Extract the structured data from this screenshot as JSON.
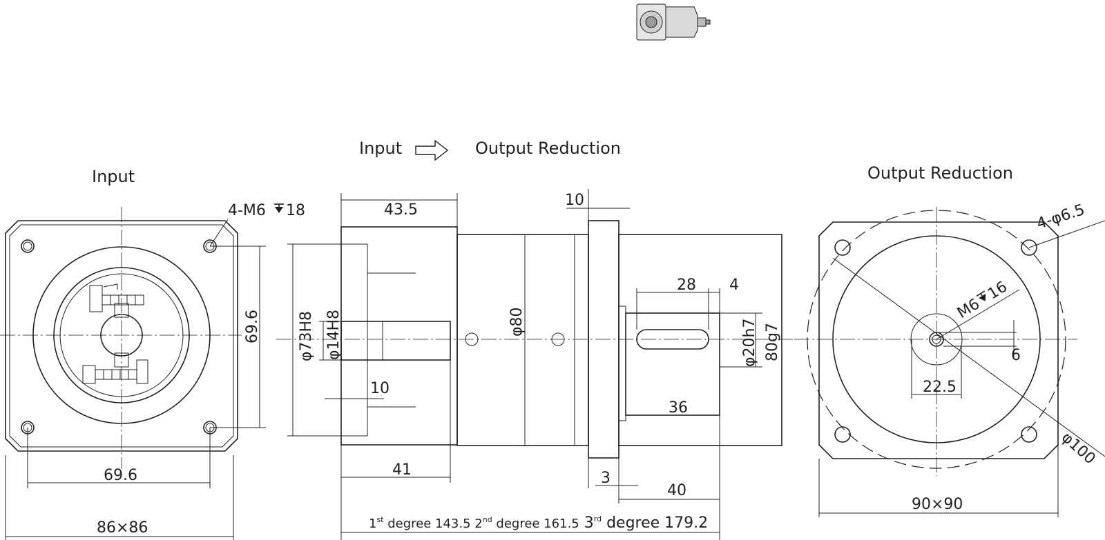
{
  "titles": {
    "input_view": "Input",
    "flow_from": "Input",
    "flow_to": "Output Reduction",
    "output_view": "Output Reduction"
  },
  "input_view": {
    "tapped_holes": "4-M6",
    "tapped_depth": "18",
    "bolt_spacing_vertical": "69.6",
    "bolt_spacing_horizontal": "69.6",
    "flange_size": "86×86"
  },
  "side_view": {
    "input_length": "43.5",
    "flange_thickness": "10",
    "pilot_diameter": "φ73H8",
    "bore_diameter": "φ14H8",
    "housing_diameter": "φ80",
    "inner_dim": "10",
    "motor_shaft_depth": "41",
    "key_length": "28",
    "key_offset": "4",
    "shaft_diameter": "φ20h7",
    "spigot_diameter": "80g7",
    "shaft_length_shoulder": "36",
    "shoulder": "3",
    "shaft_length": "40",
    "lengths": {
      "first_sup": "st",
      "first": " degree 143.5  2",
      "second_sup": "nd",
      "second": " degree 161.5",
      "third_num": " 3",
      "third_sup": "rd",
      "third": " degree 179.2",
      "lead": "1"
    }
  },
  "output_view": {
    "mount_holes": "4-φ6.5",
    "center_thread": "M6",
    "center_depth": "16",
    "key_width": "6",
    "key_height": "22.5",
    "pcd": "φ100",
    "flange_size": "90×90"
  },
  "colors": {
    "ink": "#231f20",
    "background": "#ffffff"
  },
  "icons": [
    "depth-symbol-icon",
    "flow-arrow-icon",
    "gearbox-thumbnail-icon"
  ]
}
